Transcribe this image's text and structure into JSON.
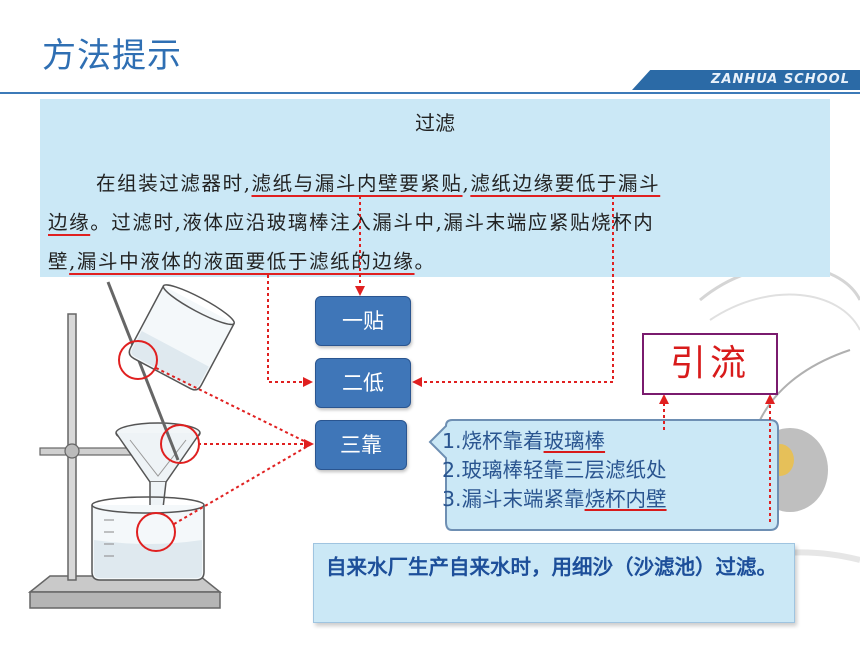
{
  "slide": {
    "title": "方法提示",
    "school": "ZANHUA SCHOOL"
  },
  "passage": {
    "title": "过滤",
    "line1": {
      "a": "在组装过滤器时,",
      "b": "滤纸与漏斗内壁要紧贴",
      "c": ",",
      "d": "滤纸边缘要低于漏斗"
    },
    "line2": {
      "a": "边缘",
      "b": "。过滤时,液体应沿玻璃棒注入漏斗中,漏斗末端应紧贴烧杯内"
    },
    "line3": {
      "a": "壁",
      "b": ",漏斗中液体的液面要低于滤纸的边缘",
      "c": "。"
    }
  },
  "tags": {
    "yitie": "一贴",
    "erdi": "二低",
    "sankao": "三靠"
  },
  "yinliu": "引流",
  "sankao_points": {
    "p1_a": "1.烧杯靠着",
    "p1_b": "玻璃棒",
    "p2": "2.玻璃棒轻靠三层滤纸处",
    "p3_a": "3.漏斗末端紧靠",
    "p3_b": "烧杯内壁"
  },
  "note": "自来水厂生产自来水时，用细沙（沙滤池）过滤。",
  "colors": {
    "accent_blue": "#3f76b8",
    "title_blue": "#2f6fb3",
    "panel_bg": "#cbe8f6",
    "red": "#e02020",
    "note_text": "#1d4f9a"
  }
}
